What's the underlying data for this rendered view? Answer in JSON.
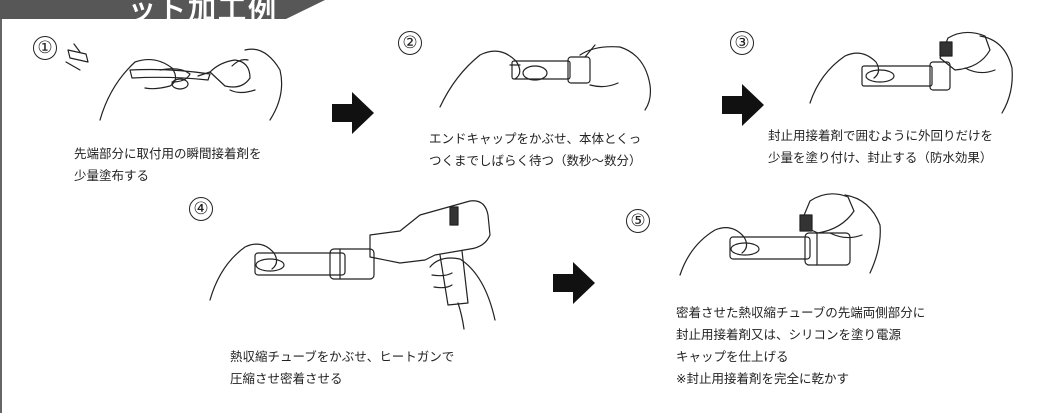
{
  "header": {
    "title": "ット加工例"
  },
  "steps": [
    {
      "number": "①",
      "caption": [
        "先端部分に取付用の瞬間接着剤を",
        "少量塗布する"
      ]
    },
    {
      "number": "②",
      "caption": [
        "エンドキャップをかぶせ、本体とくっ",
        "つくまでしばらく待つ（数秒〜数分）"
      ]
    },
    {
      "number": "③",
      "caption": [
        "封止用接着剤で囲むように外回りだけを",
        "少量を塗り付け、封止する（防水効果）"
      ]
    },
    {
      "number": "④",
      "caption": [
        "熱収縮チューブをかぶせ、ヒートガンで",
        "圧縮させ密着させる"
      ]
    },
    {
      "number": "⑤",
      "caption": [
        "密着させた熱収縮チューブの先端両側部分に",
        "封止用接着剤又は、シリコンを塗り電源",
        "キャップを仕上げる",
        "※封止用接着剤を完全に乾かす"
      ]
    }
  ],
  "icons": {
    "arrow": "right-arrow-icon",
    "illustration": "hand-illustration"
  },
  "colors": {
    "header": "#575757",
    "arrow": "#111111",
    "line": "#222222"
  }
}
